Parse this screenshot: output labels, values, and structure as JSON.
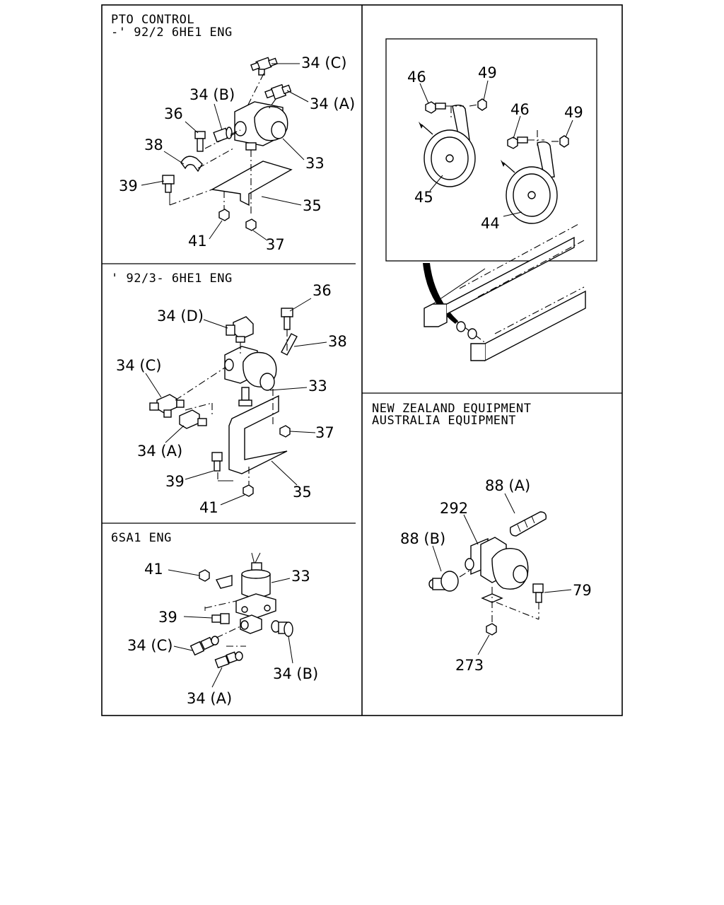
{
  "panels": {
    "pto_early": {
      "header_line1": "PTO CONTROL",
      "header_line2": "-' 92/2 6HE1 ENG",
      "labels": {
        "l34c": "34 (C)",
        "l34b": "34 (B)",
        "l34a": "34 (A)",
        "l36": "36",
        "l38": "38",
        "l33": "33",
        "l39": "39",
        "l35": "35",
        "l41": "41",
        "l37": "37"
      }
    },
    "pto_late": {
      "header": "' 92/3- 6HE1 ENG",
      "labels": {
        "l36": "36",
        "l34d": "34 (D)",
        "l38": "38",
        "l34c": "34 (C)",
        "l33": "33",
        "l37": "37",
        "l34a": "34 (A)",
        "l39": "39",
        "l35": "35",
        "l41": "41"
      }
    },
    "sa1": {
      "header": "6SA1 ENG",
      "labels": {
        "l41": "41",
        "l33": "33",
        "l39": "39",
        "l34c": "34 (C)",
        "l34b": "34 (B)",
        "l34a": "34 (A)"
      }
    },
    "horn": {
      "labels": {
        "l46a": "46",
        "l49a": "49",
        "l46b": "46",
        "l49b": "49",
        "l45": "45",
        "l44": "44"
      }
    },
    "nz": {
      "header_line1": "NEW ZEALAND EQUIPMENT",
      "header_line2": "AUSTRALIA EQUIPMENT",
      "labels": {
        "l88a": "88 (A)",
        "l292": "292",
        "l88b": "88 (B)",
        "l79": "79",
        "l273": "273"
      }
    }
  }
}
